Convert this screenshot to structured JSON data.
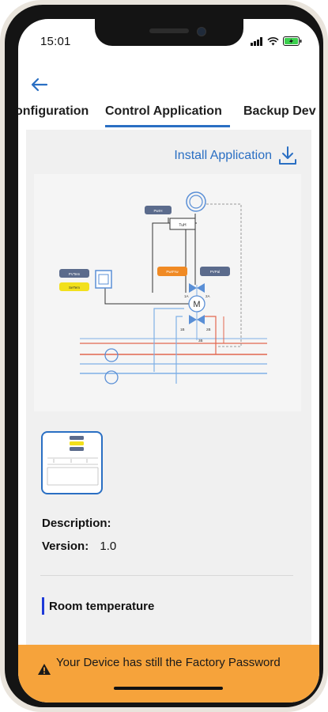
{
  "status": {
    "time": "15:01"
  },
  "tabs": [
    "onfiguration",
    "Control Application",
    "Backup Dev"
  ],
  "content": {
    "install_label": "Install Application",
    "description_label": "Description:",
    "version_label": "Version:",
    "version_value": "1.0",
    "section_title": "Room temperature"
  },
  "diagram": {
    "labels": {
      "pwm": "PwrH",
      "tuh": "TuH",
      "pvtem": "PVTem",
      "setem": "SeTem",
      "pwrfrw": "PwrFrw",
      "pvpal": "PVPal",
      "port_a": "1A",
      "port_b": "2A",
      "port_c": "1B",
      "port_d": "2B",
      "port_e": "3B",
      "motor": "M"
    },
    "colors": {
      "dark_box": "#5b6b8c",
      "orange_box": "#f08a24",
      "yellow_box": "#f2e01c",
      "blue_line": "#7fb0e6",
      "red_line": "#e2674f"
    }
  },
  "banner": {
    "text": "Your Device has still the Factory Password",
    "icon": "warning-icon",
    "color": "#f6a33b"
  },
  "accent": "#2a6fc3"
}
